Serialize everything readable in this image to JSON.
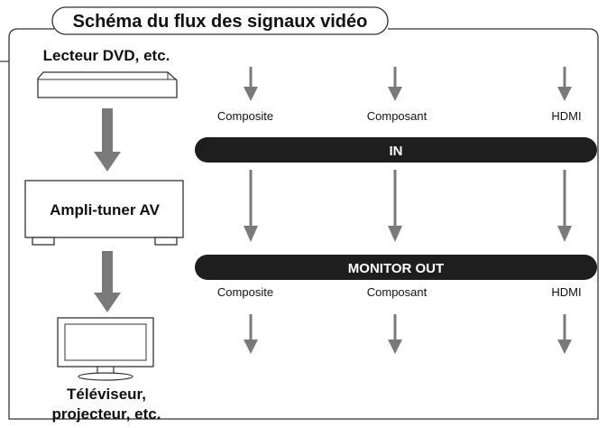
{
  "title": "Schéma du flux des signaux vidéo",
  "source_device": "Lecteur DVD, etc.",
  "receiver": "Ampli-tuner AV",
  "display_lines": [
    "Téléviseur,",
    "projecteur, etc."
  ],
  "in_bar": "IN",
  "out_bar": "MONITOR OUT",
  "connections_top": [
    "Composite",
    "Composant",
    "HDMI"
  ],
  "connections_bottom": [
    "Composite",
    "Composant",
    "HDMI"
  ],
  "colors": {
    "frame": "#333333",
    "arrow": "#7a7a7a",
    "bar": "#1e1e1e",
    "bar_text": "#ffffff"
  }
}
